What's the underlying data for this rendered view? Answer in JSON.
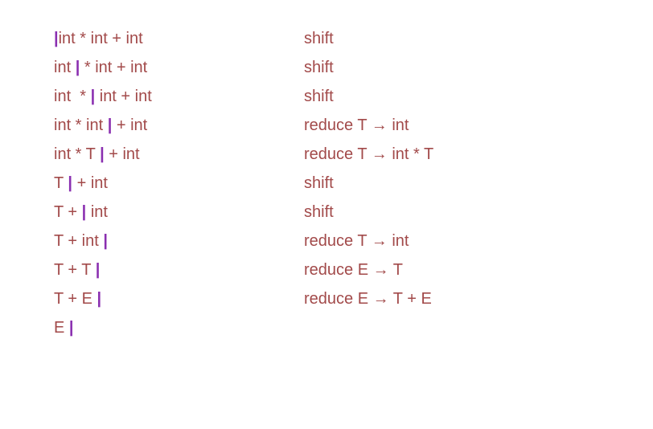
{
  "rows": [
    {
      "before": "",
      "after": "int * int + int",
      "action": "shift"
    },
    {
      "before": "int ",
      "after": " * int + int",
      "action": "shift"
    },
    {
      "before": "int  * ",
      "after": " int + int",
      "action": "shift"
    },
    {
      "before": "int * int ",
      "after": " + int",
      "action": "reduce T → int"
    },
    {
      "before": "int * T ",
      "after": " + int",
      "action": "reduce T → int * T"
    },
    {
      "before": "T ",
      "after": " + int",
      "action": "shift"
    },
    {
      "before": "T + ",
      "after": " int",
      "action": "shift"
    },
    {
      "before": "T + int ",
      "after": "",
      "action": "reduce T → int"
    },
    {
      "before": "T + T ",
      "after": "",
      "action": "reduce E → T"
    },
    {
      "before": "T + E ",
      "after": "",
      "action": "reduce E → T + E"
    },
    {
      "before": "E ",
      "after": "",
      "action": ""
    }
  ],
  "cursor": "|",
  "colors": {
    "text": "#a24a4a",
    "cursor": "#8a2fb0"
  }
}
